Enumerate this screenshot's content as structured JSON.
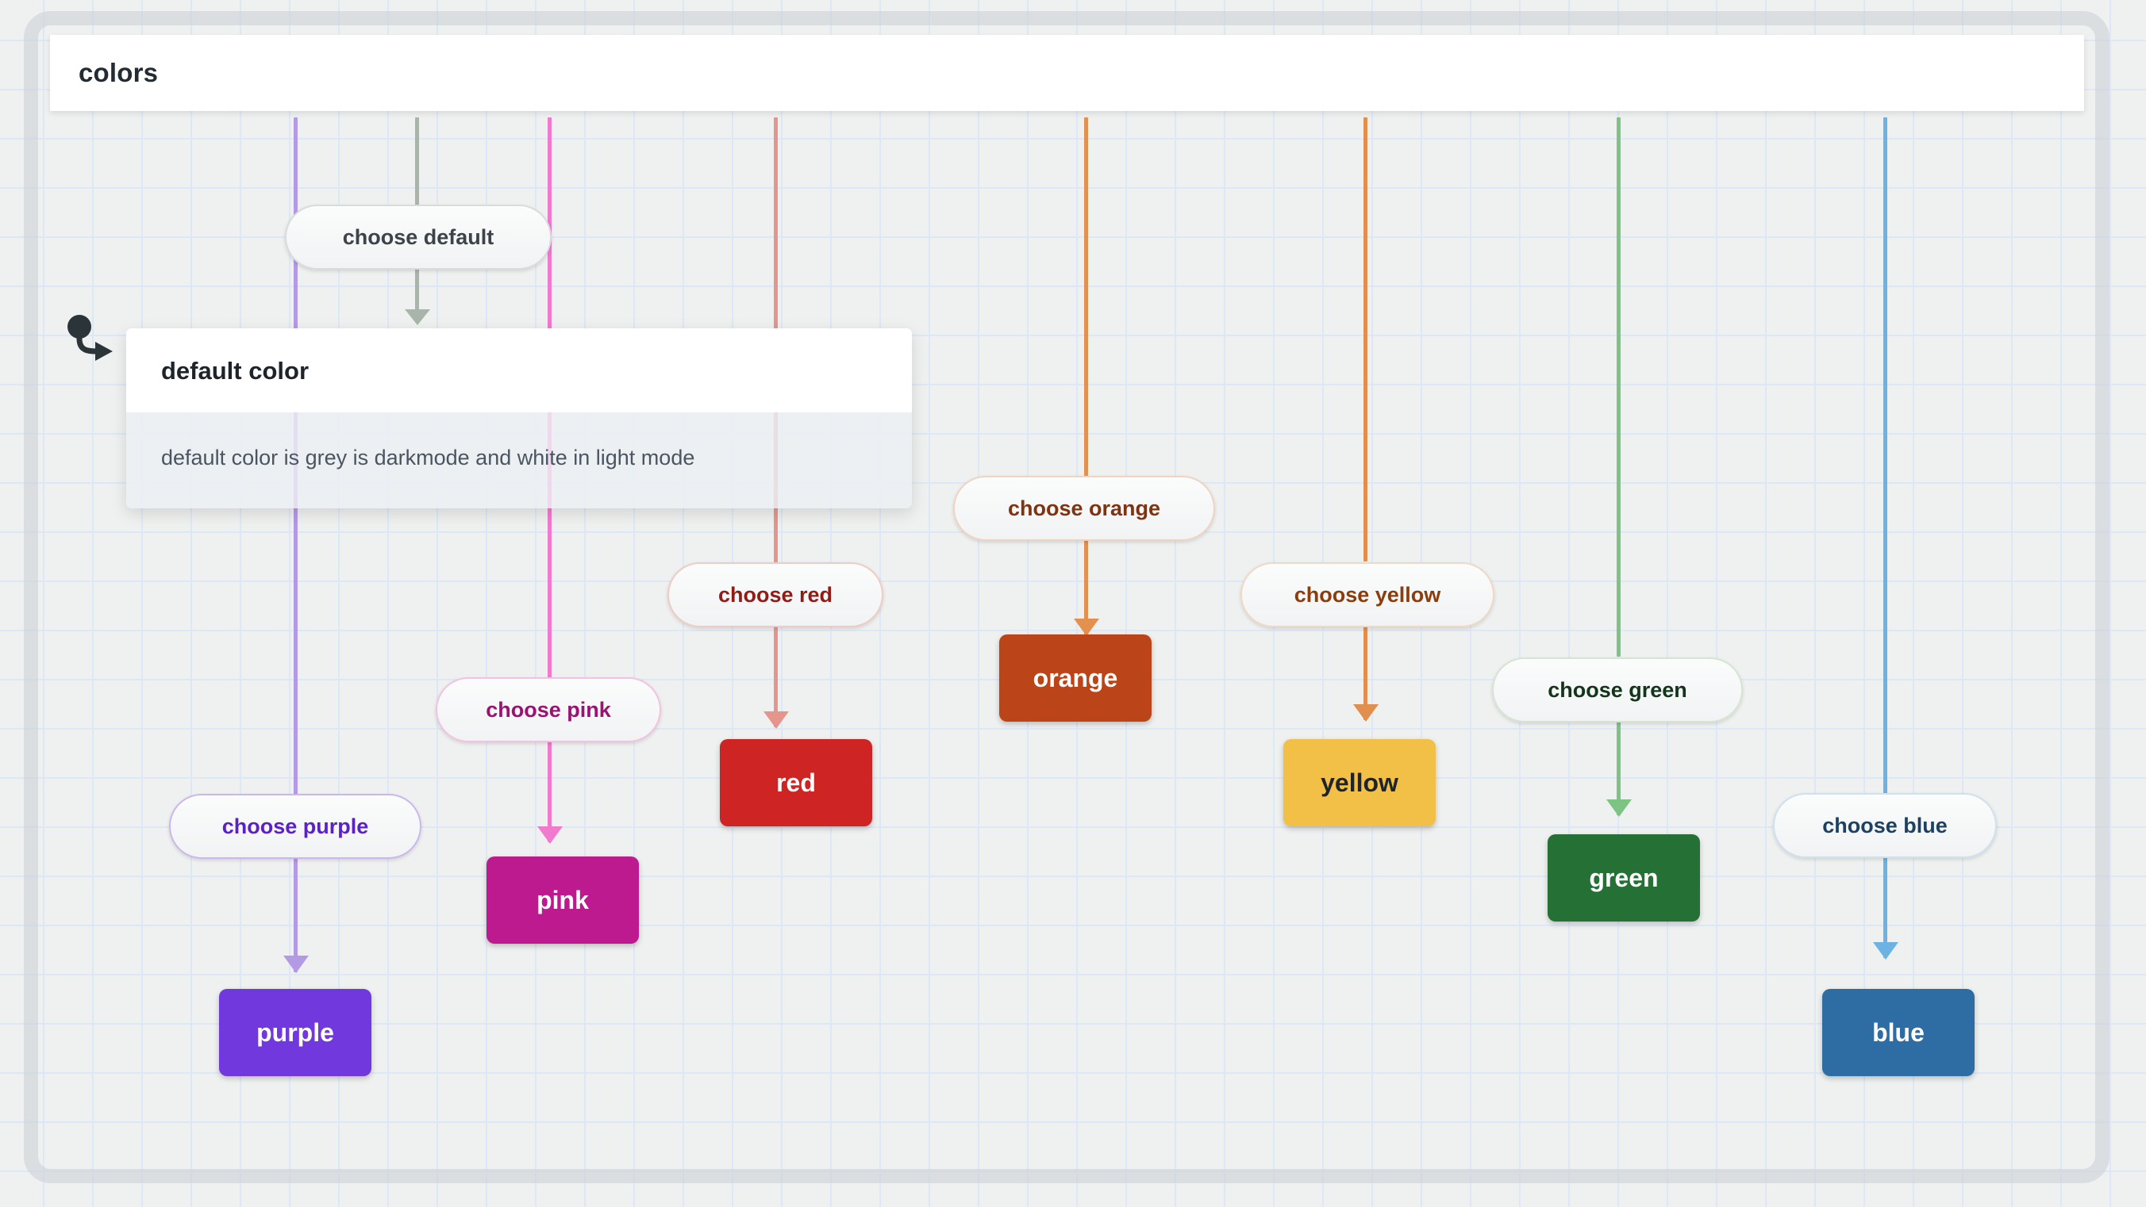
{
  "header": {
    "title": "colors"
  },
  "canvas": {
    "background_color": "#eff1f0",
    "grid_line_color": "#dce8f6",
    "frame_color": "#cdd2d6"
  },
  "cursor": {
    "icon_name": "pointer-click-arrow-icon",
    "color": "#2b3439"
  },
  "tooltip": {
    "title": "default color",
    "body": "default color is grey is darkmode and white in light mode"
  },
  "flow": {
    "nodes": [
      {
        "id": "default",
        "pill_label": "choose default",
        "pill_text_color": "#3c434a",
        "pill_border_color": "#d8dcdc",
        "line_color": "#a9b5ab",
        "box_label": null,
        "box_color": null,
        "box_text_color": null
      },
      {
        "id": "purple",
        "pill_label": "choose purple",
        "pill_text_color": "#5b21c8",
        "pill_border_color": "#cbb7ee",
        "line_color": "#b49ae2",
        "box_label": "purple",
        "box_color": "#7139dd",
        "box_text_color": "#ffffff"
      },
      {
        "id": "pink",
        "pill_label": "choose pink",
        "pill_text_color": "#9c1273",
        "pill_border_color": "#f3c2e2",
        "line_color": "#f07ace",
        "box_label": "pink",
        "box_color": "#bc1a8e",
        "box_text_color": "#ffffff"
      },
      {
        "id": "red",
        "pill_label": "choose red",
        "pill_text_color": "#8f1d16",
        "pill_border_color": "#f0cbc6",
        "line_color": "#e5968c",
        "box_label": "red",
        "box_color": "#ce2424",
        "box_text_color": "#ffffff"
      },
      {
        "id": "orange",
        "pill_label": "choose orange",
        "pill_text_color": "#7e3311",
        "pill_border_color": "#f0d4c3",
        "line_color": "#e49150",
        "box_label": "orange",
        "box_color": "#bc4419",
        "box_text_color": "#ffffff"
      },
      {
        "id": "yellow",
        "pill_label": "choose yellow",
        "pill_text_color": "#8a3d0d",
        "pill_border_color": "#f0d8c4",
        "line_color": "#e08f4e",
        "box_label": "yellow",
        "box_color": "#f2c046",
        "box_text_color": "#1d252b"
      },
      {
        "id": "green",
        "pill_label": "choose green",
        "pill_text_color": "#14341b",
        "pill_border_color": "#d6e4d6",
        "line_color": "#7dc484",
        "box_label": "green",
        "box_color": "#257034",
        "box_text_color": "#ffffff"
      },
      {
        "id": "blue",
        "pill_label": "choose blue",
        "pill_text_color": "#1d4163",
        "pill_border_color": "#cfe0ef",
        "line_color": "#6cb2e2",
        "box_label": "blue",
        "box_color": "#2d6da4",
        "box_text_color": "#ffffff"
      }
    ]
  }
}
